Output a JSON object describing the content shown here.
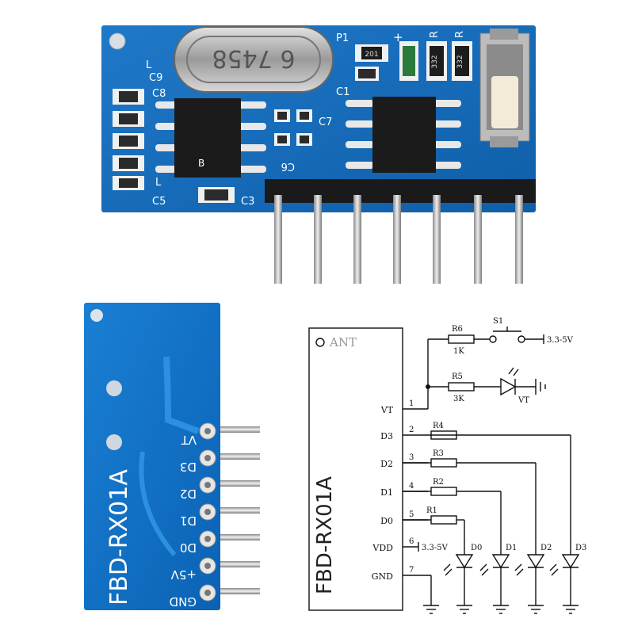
{
  "top_board": {
    "crystal_marking": "6 7458",
    "labels": {
      "c9": "C9",
      "l_top": "L",
      "c8": "C8",
      "l_bottom": "L",
      "c5": "C5",
      "c3": "C3",
      "c6": "C6",
      "c7": "C7",
      "c1": "C1",
      "p1": "P1",
      "plus": "+",
      "r1": "R",
      "r2": "R",
      "b": "B"
    },
    "resistor_codes": [
      "201",
      "332",
      "332"
    ]
  },
  "bottom_board": {
    "model": "FBD-RX01A",
    "pins": [
      "VT",
      "D3",
      "D2",
      "D1",
      "D0",
      "+5V",
      "GND"
    ]
  },
  "schematic": {
    "ant": "ANT",
    "model": "FBD-RX01A",
    "pins": [
      {
        "name": "VT",
        "num": "1"
      },
      {
        "name": "D3",
        "num": "2"
      },
      {
        "name": "D2",
        "num": "3"
      },
      {
        "name": "D1",
        "num": "4"
      },
      {
        "name": "D0",
        "num": "5"
      },
      {
        "name": "VDD",
        "num": "6"
      },
      {
        "name": "GND",
        "num": "7"
      }
    ],
    "r6": {
      "name": "R6",
      "value": "1K"
    },
    "s1": "S1",
    "supply_top": "3.3-5V",
    "r5": {
      "name": "R5",
      "value": "3K"
    },
    "vt_led": "VT",
    "resistors": [
      "R4",
      "R3",
      "R2",
      "R1"
    ],
    "vdd_supply": "3.3-5V",
    "leds": [
      "D0",
      "D1",
      "D2",
      "D3"
    ]
  }
}
